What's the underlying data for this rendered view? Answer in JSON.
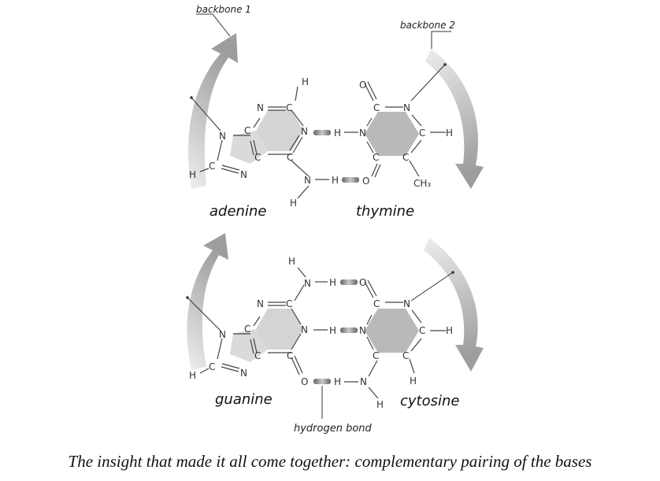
{
  "labels": {
    "backbone_1": "backbone 1",
    "backbone_2": "backbone 2",
    "adenine": "adenine",
    "thymine": "thymine",
    "guanine": "guanine",
    "cytosine": "cytosine",
    "hydrogen_bond": "hydrogen bond"
  },
  "atoms": {
    "N": "N",
    "C": "C",
    "H": "H",
    "O": "O",
    "CH3": "CH₃"
  },
  "caption": "The insight that made it all come together: complementary pairing of the bases",
  "colors": {
    "ring_fill": "#d4d4d4",
    "pyrimidine_fill": "#b9b9b9",
    "arrow": "#c6c6c6",
    "hbond": "#8a8a8a"
  }
}
